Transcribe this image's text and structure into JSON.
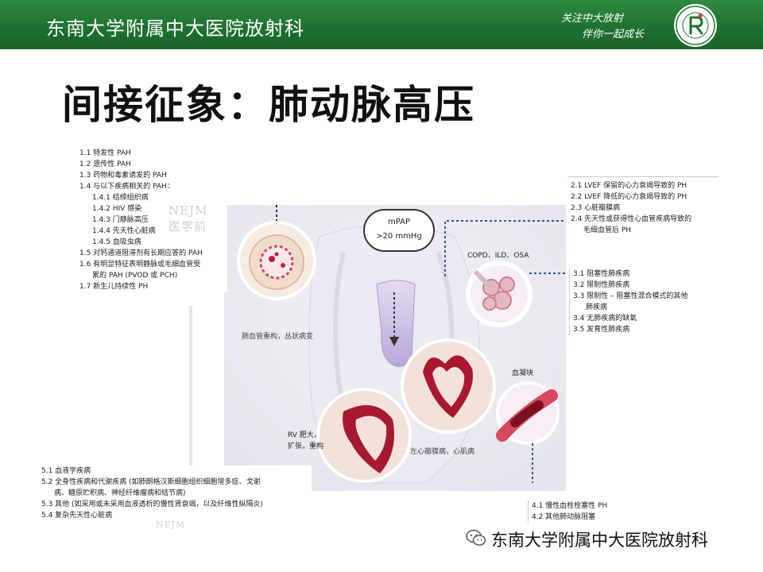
{
  "header": {
    "title": "东南大学附属中大医院放射科",
    "slogan_line1": "关注中大放射",
    "slogan_line2": "伴你一起成长"
  },
  "slide": {
    "title": "间接征象：肺动脉高压"
  },
  "group1": {
    "items": [
      {
        "text": "1.1 特发性 PAH",
        "indent": false
      },
      {
        "text": "1.2 遗传性 PAH",
        "indent": false
      },
      {
        "text": "1.3 药物和毒素诱发的 PAH",
        "indent": false
      },
      {
        "text": "1.4 与以下疾病相关的 PAH：",
        "indent": false
      },
      {
        "text": "1.4.1 结缔组织病",
        "indent": true
      },
      {
        "text": "1.4.2 HIV 感染",
        "indent": true
      },
      {
        "text": "1.4.3 门静脉高压",
        "indent": true
      },
      {
        "text": "1.4.4 先天性心脏病",
        "indent": true
      },
      {
        "text": "1.4.5 血吸虫病",
        "indent": true
      },
      {
        "text": "1.5 对钙通道阻滞剂有长期应答的 PAH",
        "indent": false
      },
      {
        "text": "1.6 有明显特征表明静脉或毛细血管受",
        "indent": false
      },
      {
        "text": "累的 PAH (PVOD 或 PCH)",
        "indent": true
      },
      {
        "text": "1.7 新生儿持续性 PH",
        "indent": false
      }
    ]
  },
  "group2": {
    "items": [
      {
        "text": "2.1 LVEF 保留的心力衰竭导致的 PH",
        "indent": false
      },
      {
        "text": "2.2 LVEF 降低的心力衰竭导致的 PH",
        "indent": false
      },
      {
        "text": "2.3 心脏瓣膜病",
        "indent": false
      },
      {
        "text": "2.4 先天性或获得性心血管疾病导致的",
        "indent": false
      },
      {
        "text": "毛细血管后 PH",
        "indent": true
      }
    ]
  },
  "group3": {
    "items": [
      {
        "text": "3.1 阻塞性肺疾病",
        "indent": false
      },
      {
        "text": "3.2 限制性肺疾病",
        "indent": false
      },
      {
        "text": "3.3 限制性 – 阻塞性混合模式的其他",
        "indent": false
      },
      {
        "text": "肺疾病",
        "indent": true
      },
      {
        "text": "3.4 无肺疾病的缺氧",
        "indent": false
      },
      {
        "text": "3.5 发育性肺疾病",
        "indent": false
      }
    ]
  },
  "group4": {
    "items": [
      {
        "text": "4.1 慢性血栓栓塞性 PH",
        "indent": false
      },
      {
        "text": "4.2 其他肺动脉阻塞",
        "indent": false
      }
    ]
  },
  "group5": {
    "items": [
      {
        "text": "5.1 血液学疾病",
        "indent": false
      },
      {
        "text": "5.2 全身性疾病和代谢疾病 (如肺朗格汉斯细胞组织细胞增多症、戈谢",
        "indent": false
      },
      {
        "text": "病、糖原贮积病、神经纤维瘤病和结节病)",
        "indent": true
      },
      {
        "text": "5.3 其他 (如采用或未采用血液透析的慢性肾衰竭，以及纤维性纵隔炎)",
        "indent": false
      },
      {
        "text": "5.4 复杂先天性心脏病",
        "indent": false
      }
    ]
  },
  "illustration": {
    "mpap_label": "mPAP",
    "mpap_value": ">20 mmHg",
    "copd_label": "COPD、ILD、OSA",
    "remodel_label": "肺血管重构，丛状病变",
    "rv_label_1": "RV 肥大，",
    "rv_label_2": "扩张，重构",
    "valve_label": "左心瓣膜病，心肌病",
    "clot_label": "血凝块",
    "nejm_1": "NEJM",
    "nejm_2": "医学前",
    "nejm_3": "NEJM"
  },
  "footer": {
    "watermark": "东南大学附属中大医院放射科"
  },
  "colors": {
    "header_green": "#1f7231",
    "tissue_pink": "#e8b8c0",
    "blood_red": "#b8203a",
    "lavender": "#c8bde0",
    "dotted_blue": "#2a5a9a"
  }
}
